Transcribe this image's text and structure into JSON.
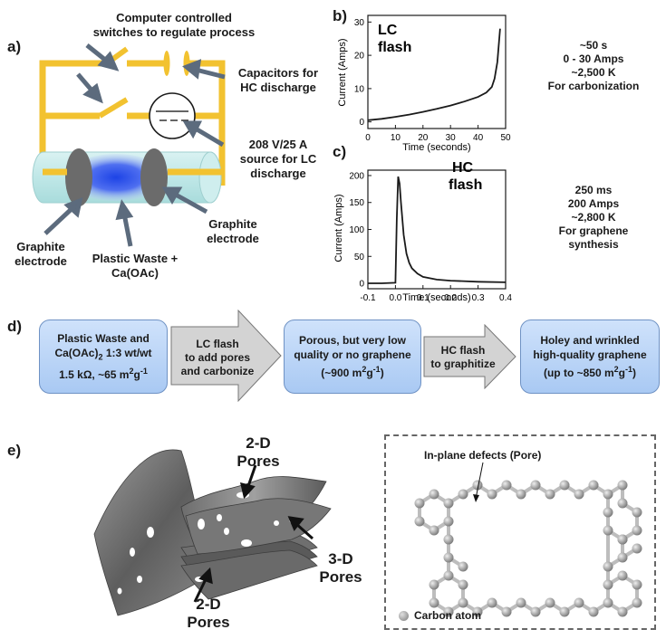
{
  "panel_labels": {
    "a": "a)",
    "b": "b)",
    "c": "c)",
    "d": "d)",
    "e": "e)"
  },
  "panel_a": {
    "switch_label_line1": "Computer controlled",
    "switch_label_line2": "switches to regulate process",
    "capacitor_line1": "Capacitors for",
    "capacitor_line2": "HC discharge",
    "source_line1": "208 V/25 A",
    "source_line2": "source for LC",
    "source_line3": "discharge",
    "graphite_left_line1": "Graphite",
    "graphite_left_line2": "electrode",
    "sample_line1": "Plastic Waste +",
    "sample_line2": "Ca(OAc)",
    "graphite_right_line1": "Graphite",
    "graphite_right_line2": "electrode"
  },
  "panel_b": {
    "title_line1": "LC",
    "title_line2": "flash",
    "ylabel": "Current (Amps)",
    "xlabel": "Time (seconds)",
    "x_ticks": [
      "0",
      "10",
      "20",
      "30",
      "40",
      "50"
    ],
    "y_ticks": [
      "0",
      "10",
      "20",
      "30"
    ],
    "notes": [
      "~50 s",
      "0 - 30 Amps",
      "~2,500 K",
      "For carbonization"
    ]
  },
  "panel_c": {
    "title_line1": "HC",
    "title_line2": "flash",
    "ylabel": "Current (Amps)",
    "xlabel": "Time (seconds)",
    "x_ticks": [
      "-0.1",
      "0.0",
      "0.1",
      "0.2",
      "0.3",
      "0.4"
    ],
    "y_ticks": [
      "0",
      "50",
      "100",
      "150",
      "200"
    ],
    "notes": [
      "250 ms",
      "200 Amps",
      "~2,800 K",
      "For graphene",
      "synthesis"
    ]
  },
  "chart_data": [
    {
      "type": "line",
      "title": "LC flash",
      "xlabel": "Time (seconds)",
      "ylabel": "Current (Amps)",
      "xlim": [
        0,
        50
      ],
      "ylim": [
        -2,
        32
      ],
      "series": [
        {
          "x": [
            0,
            5,
            10,
            15,
            20,
            25,
            30,
            35,
            40,
            43,
            45,
            46,
            47,
            47.5,
            48
          ],
          "y": [
            0.5,
            0.9,
            1.5,
            2.2,
            3.0,
            3.9,
            4.9,
            6.1,
            7.5,
            8.8,
            10.5,
            13,
            18,
            23,
            28
          ]
        }
      ]
    },
    {
      "type": "line",
      "title": "HC flash",
      "xlabel": "Time (seconds)",
      "ylabel": "Current (Amps)",
      "xlim": [
        -0.1,
        0.4
      ],
      "ylim": [
        -10,
        210
      ],
      "series": [
        {
          "x": [
            -0.1,
            -0.05,
            0.0,
            0.005,
            0.01,
            0.015,
            0.02,
            0.03,
            0.04,
            0.05,
            0.06,
            0.08,
            0.1,
            0.15,
            0.2,
            0.3,
            0.4
          ],
          "y": [
            0,
            0,
            1,
            120,
            198,
            185,
            150,
            90,
            55,
            38,
            28,
            18,
            12,
            7,
            5,
            3,
            2
          ]
        }
      ]
    }
  ],
  "panel_d": {
    "box1_line1": "Plastic Waste and",
    "box1_line2": "Ca(OAc)",
    "box1_line2_sub": "2",
    "box1_line2_rest": " 1:3 wt/wt",
    "box1_line3": "1.5 kΩ, ~65 m",
    "box1_line3_sup": "2",
    "box1_line3_mid": "g",
    "box1_line3_sup2": "-1",
    "arrow1_line1": "LC flash",
    "arrow1_line2": "to add pores",
    "arrow1_line3": "and carbonize",
    "box2_line1": "Porous, but very low",
    "box2_line2": "quality or no graphene",
    "box2_line3": "(~900  m",
    "box2_line3_sup": "2",
    "box2_line3_mid": "g",
    "box2_line3_sup2": "-1",
    "box2_line3_end": ")",
    "arrow2_line1": "HC flash",
    "arrow2_line2": "to graphitize",
    "box3_line1": "Holey and wrinkled",
    "box3_line2": "high-quality graphene",
    "box3_line3": "(up to ~850  m",
    "box3_line3_sup": "2",
    "box3_line3_mid": "g",
    "box3_line3_sup2": "-1",
    "box3_line3_end": ")"
  },
  "panel_e": {
    "pores_2d_top_line1": "2-D",
    "pores_2d_top_line2": "Pores",
    "pores_3d_line1": "3-D",
    "pores_3d_line2": "Pores",
    "pores_2d_bottom_line1": "2-D",
    "pores_2d_bottom_line2": "Pores",
    "defect_label": "In-plane defects (Pore)",
    "carbon_label": "Carbon atom"
  },
  "colors": {
    "wire": "#f2c230",
    "electrode": "#6b6b6b",
    "sample": "#2f56e0",
    "flowbox": "#b9d3f6",
    "arrow": "#d3d3d3",
    "sheet": "#7a7a7a",
    "atom": "#9a9a9a"
  }
}
